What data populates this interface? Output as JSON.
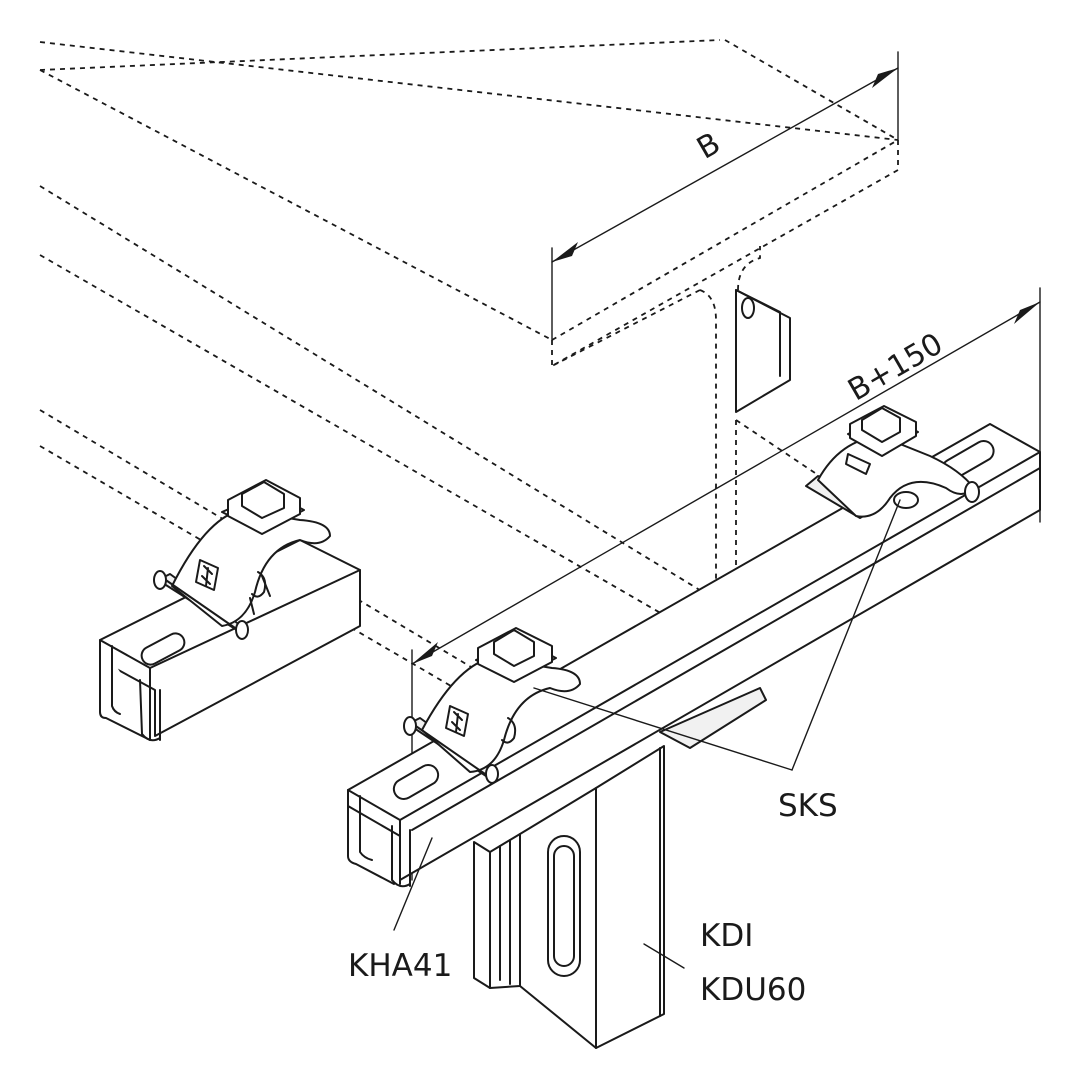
{
  "dimensions": {
    "width_label": "B",
    "extended_width_label": "B+150"
  },
  "labels": {
    "channel": "KHA41",
    "clamp": "SKS",
    "bracket_line1": "KDI",
    "bracket_line2": "KDU60"
  }
}
